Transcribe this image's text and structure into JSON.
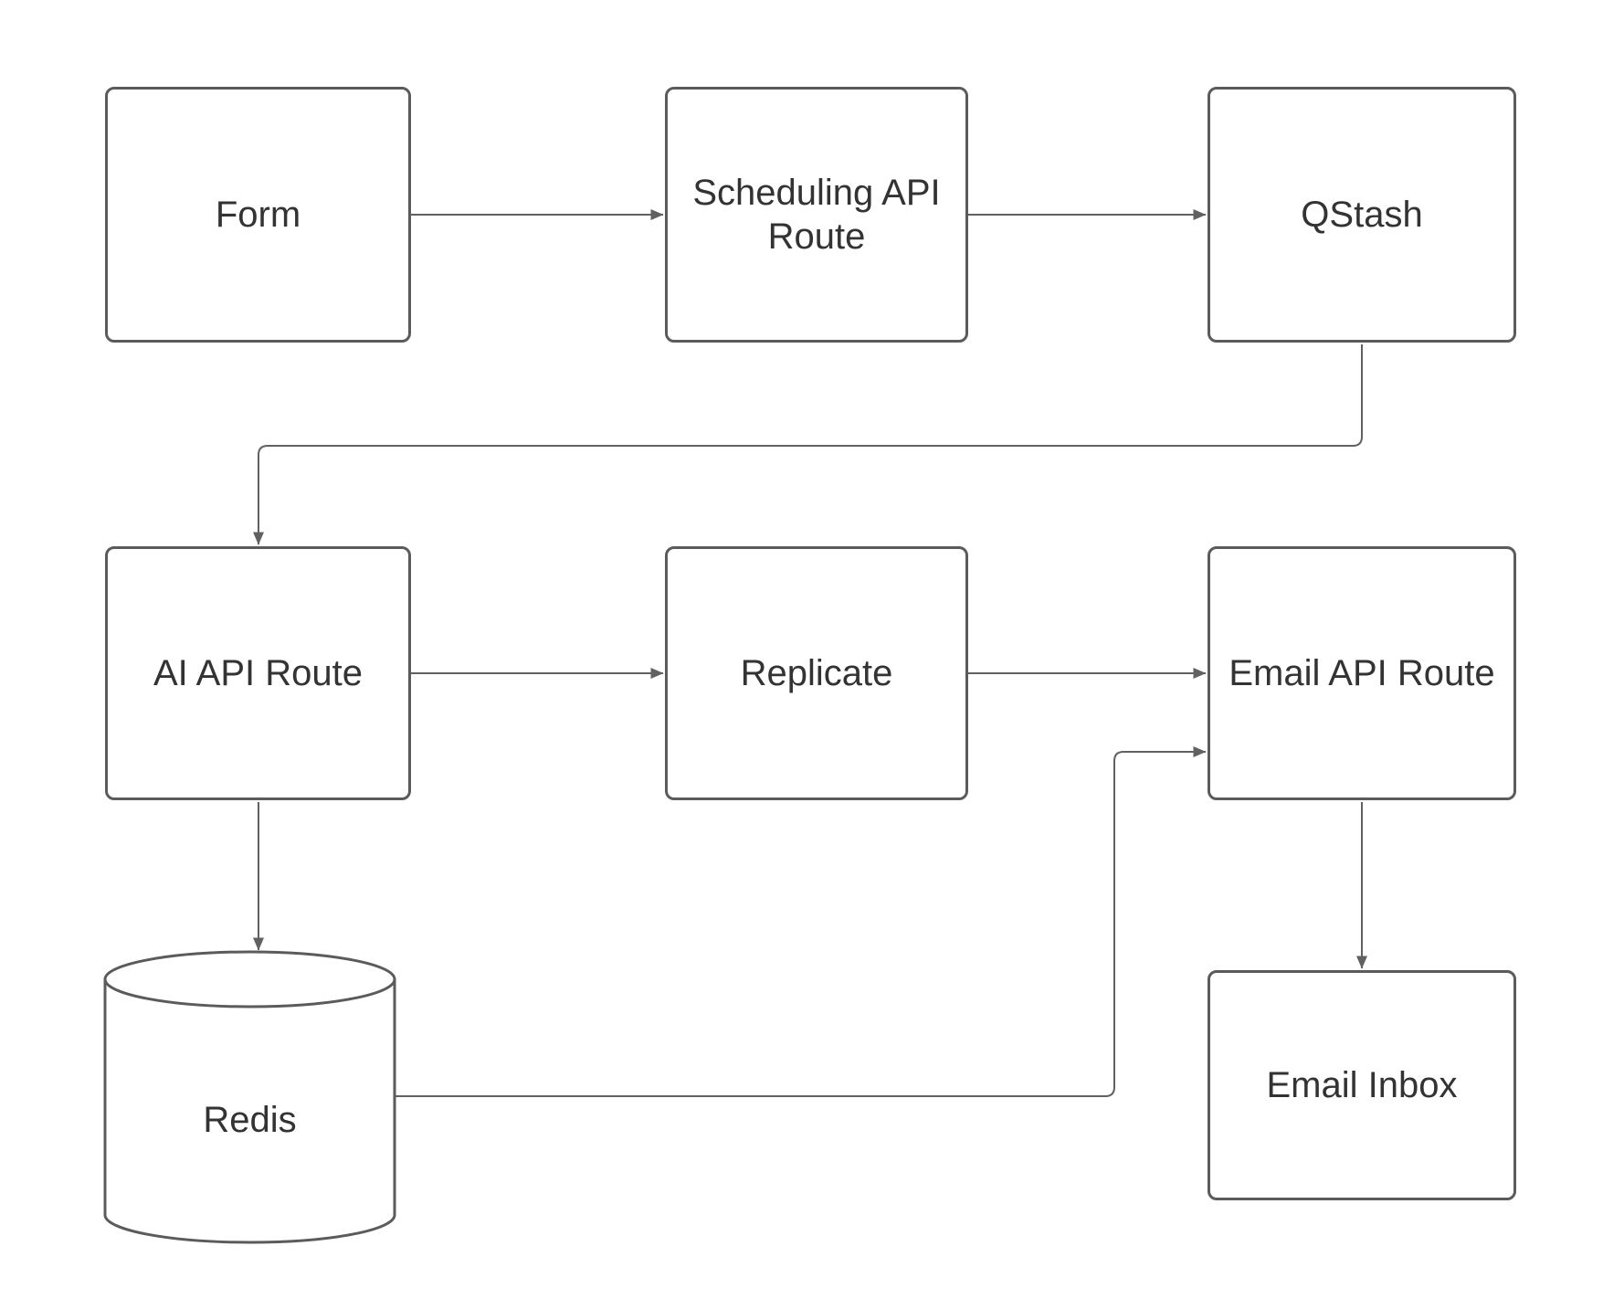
{
  "diagram": {
    "type": "flowchart",
    "background": "#ffffff",
    "colors": {
      "node_border": "#5b5b5b",
      "edge_line": "#616161",
      "label_text": "#333333",
      "node_fill": "#ffffff"
    },
    "nodes": {
      "form": {
        "label": "Form",
        "shape": "rectangle"
      },
      "scheduling_api_route": {
        "label": "Scheduling API\nRoute",
        "shape": "rectangle"
      },
      "qstash": {
        "label": "QStash",
        "shape": "rectangle"
      },
      "ai_api_route": {
        "label": "AI API Route",
        "shape": "rectangle"
      },
      "replicate": {
        "label": "Replicate",
        "shape": "rectangle"
      },
      "email_api_route": {
        "label": "Email API Route",
        "shape": "rectangle"
      },
      "redis": {
        "label": "Redis",
        "shape": "cylinder"
      },
      "email_inbox": {
        "label": "Email Inbox",
        "shape": "rectangle"
      }
    },
    "edges": [
      {
        "from": "form",
        "to": "scheduling_api_route"
      },
      {
        "from": "scheduling_api_route",
        "to": "qstash"
      },
      {
        "from": "qstash",
        "to": "ai_api_route"
      },
      {
        "from": "ai_api_route",
        "to": "replicate"
      },
      {
        "from": "replicate",
        "to": "email_api_route"
      },
      {
        "from": "ai_api_route",
        "to": "redis"
      },
      {
        "from": "redis",
        "to": "email_api_route"
      },
      {
        "from": "email_api_route",
        "to": "email_inbox"
      }
    ]
  }
}
